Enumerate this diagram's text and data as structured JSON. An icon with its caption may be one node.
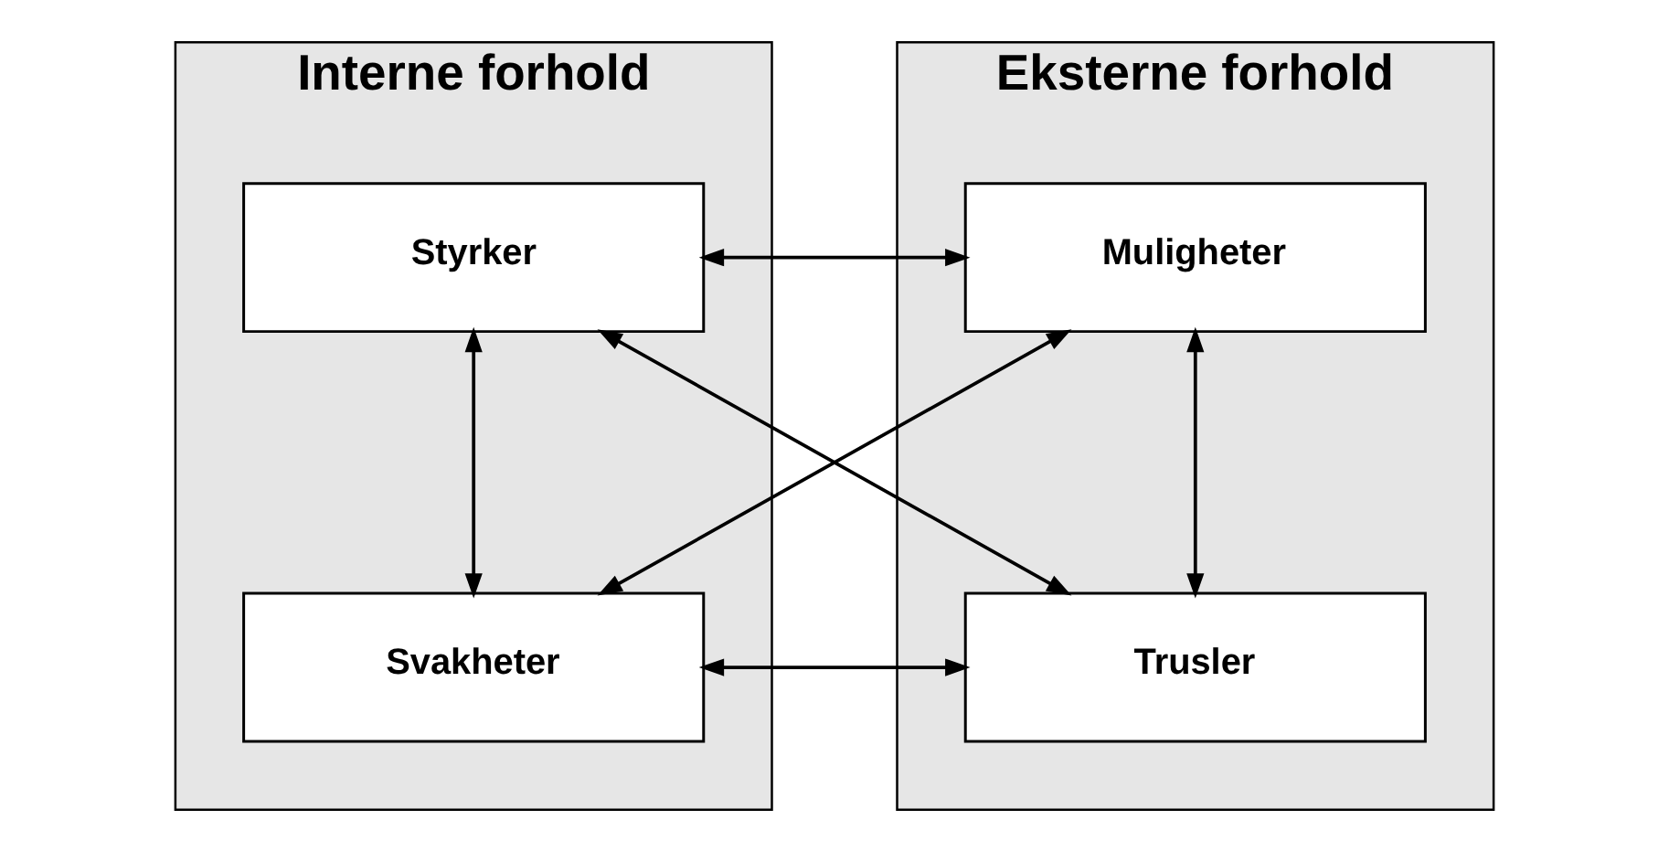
{
  "diagram": {
    "nodes": [
      {
        "text": [
          "Interne forhold"
        ]
      },
      {
        "text": [
          "Styrker"
        ],
        "in": 0
      },
      {
        "text": [
          "Svakheter"
        ],
        "in": 0
      },
      {
        "text": [
          "Eksterne forhold"
        ]
      },
      {
        "text": [
          "Muligheter"
        ],
        "in": 3
      },
      {
        "text": [
          "Trusler"
        ],
        "in": 3
      }
    ],
    "edges": [
      {
        "from": 1,
        "to": 4,
        "arrow": "both"
      },
      {
        "from": 1,
        "to": 2,
        "arrow": "both"
      },
      {
        "from": 1,
        "to": 5,
        "arrow": "both"
      },
      {
        "from": 2,
        "to": 4,
        "arrow": "both"
      },
      {
        "from": 4,
        "to": 5,
        "arrow": "both"
      },
      {
        "from": 2,
        "to": 5,
        "arrow": "both"
      }
    ]
  }
}
